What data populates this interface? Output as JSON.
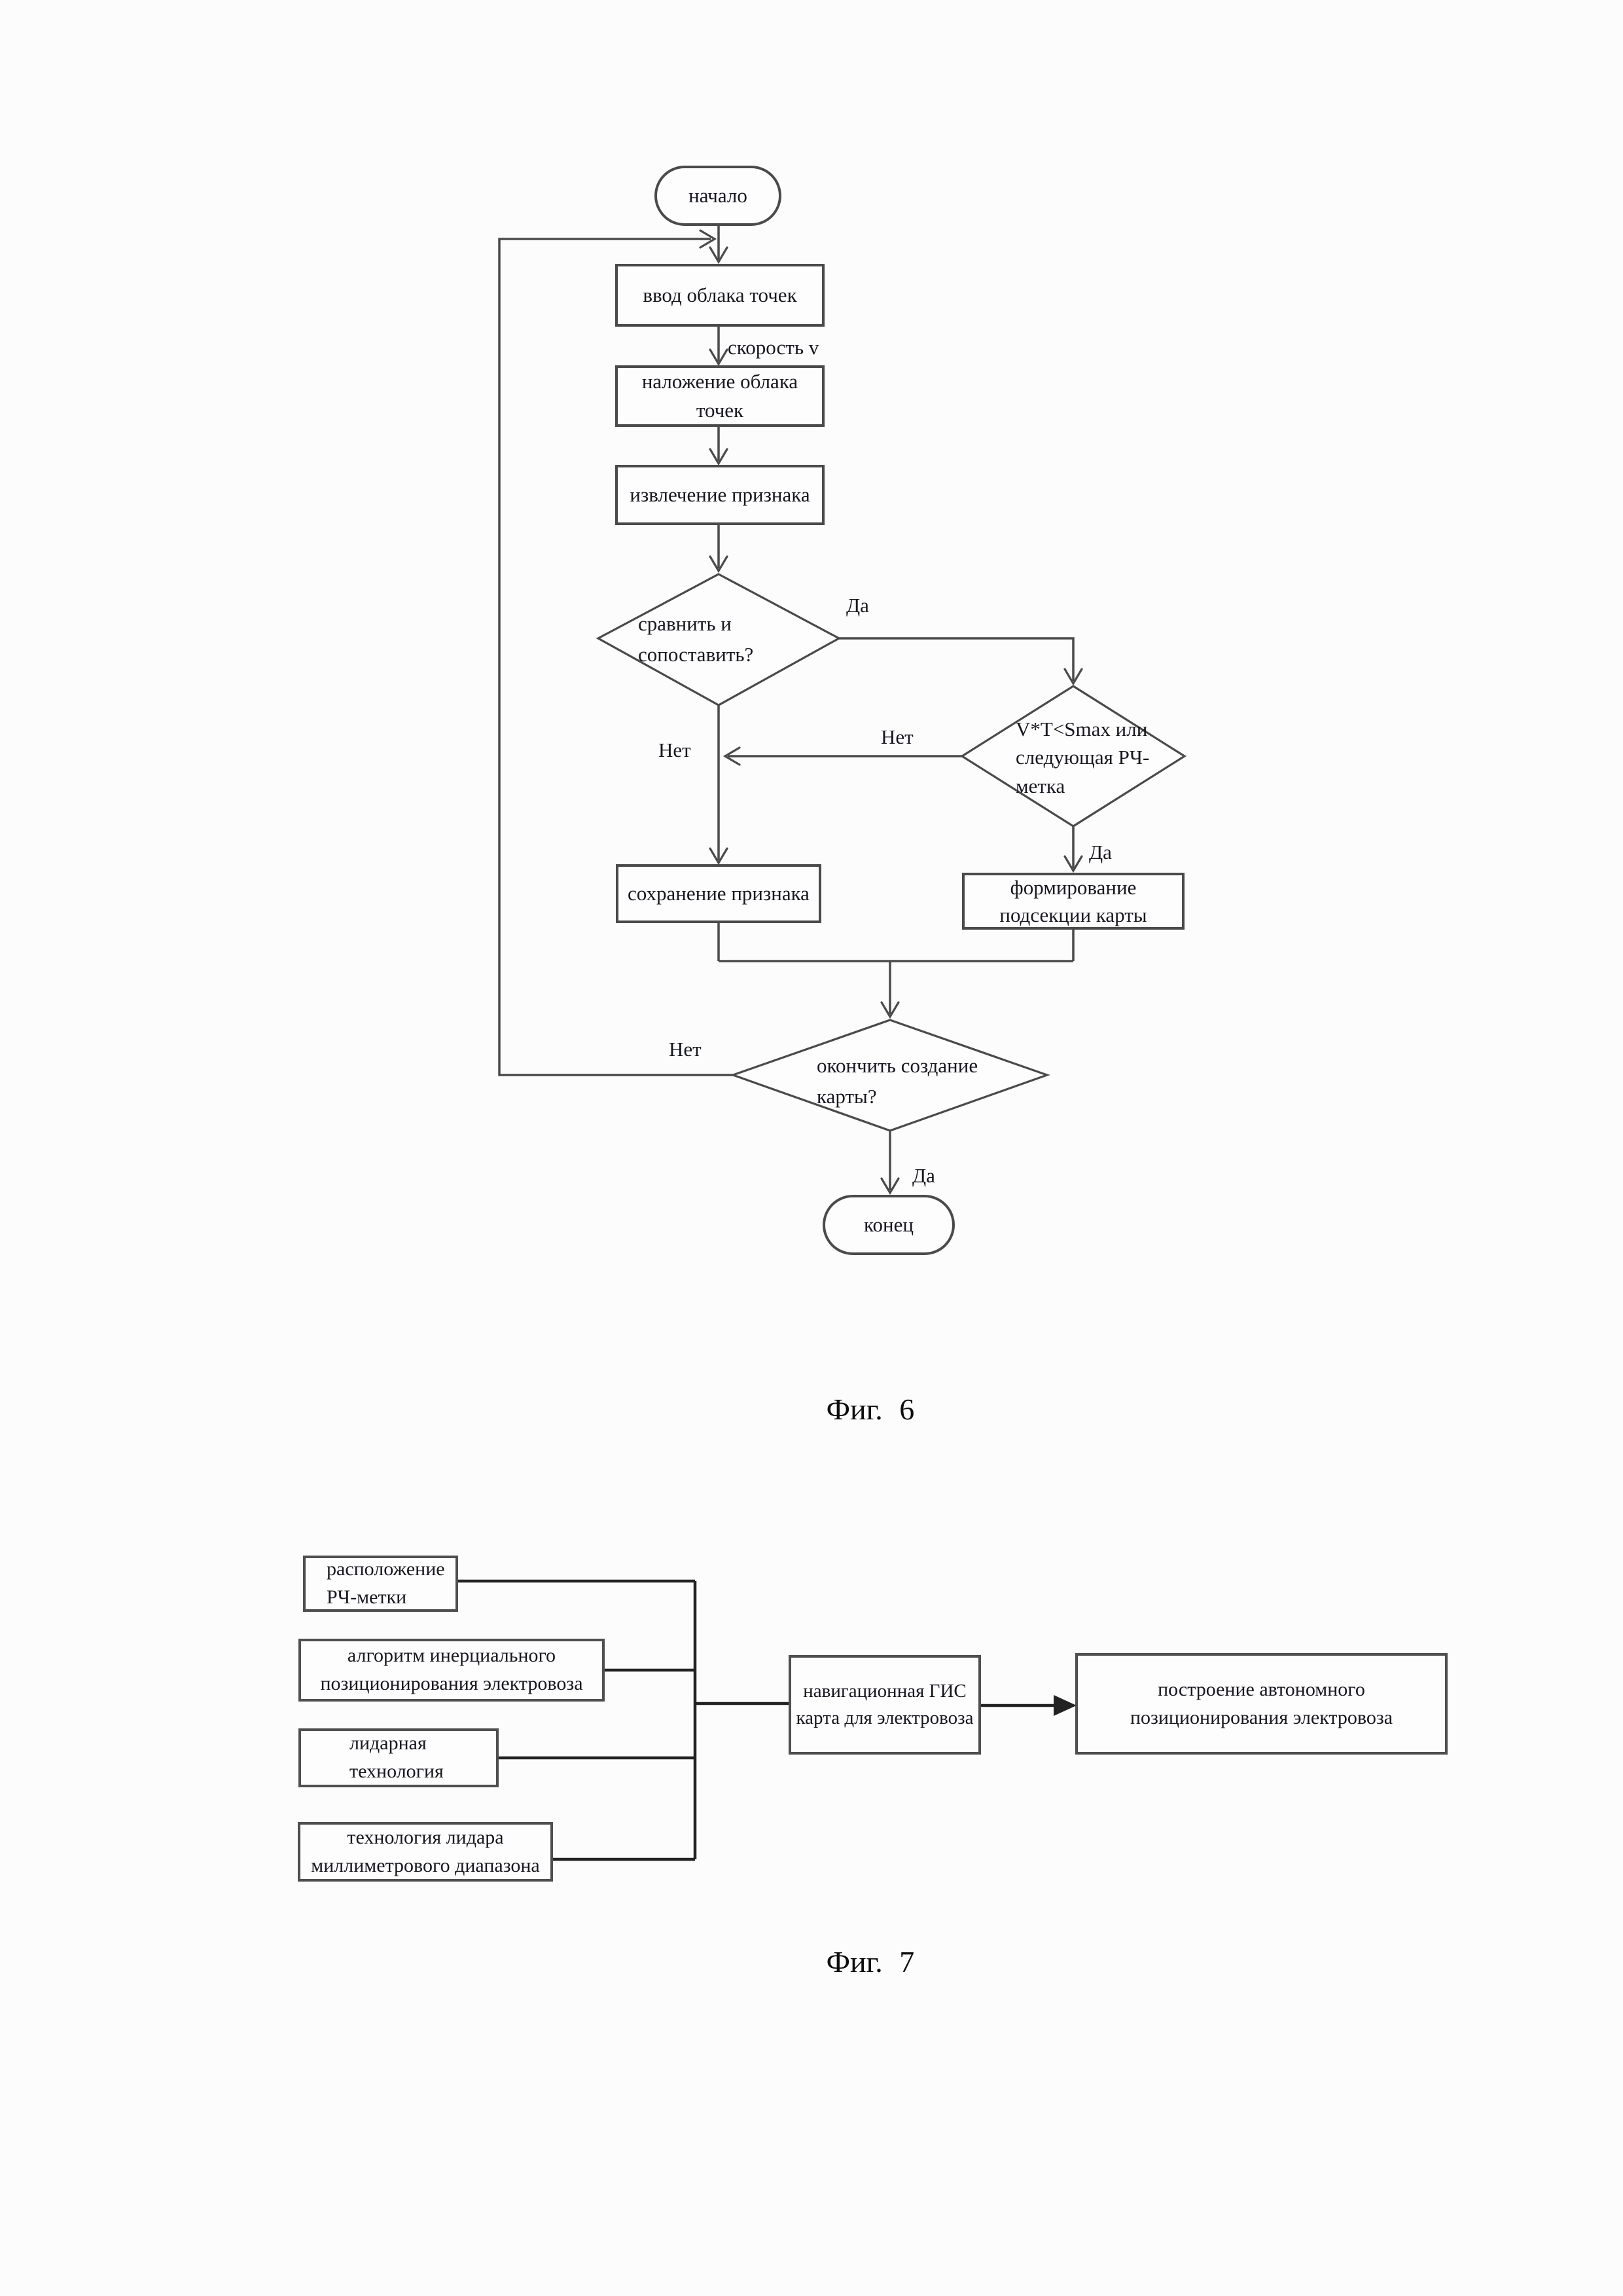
{
  "colors": {
    "paper": "#fcfcfc",
    "ink": "#17171f",
    "line": "#4a4a4a",
    "line7": "#222222",
    "box7": "#4f4f4f"
  },
  "figure6": {
    "caption": "Фиг. 6",
    "nodes": {
      "start": "начало",
      "input_cloud": "ввод облака точек",
      "overlay_cloud": "наложение облака точек",
      "extract_feature": "извлечение признака",
      "compare": "сравнить и\nсопоставить?",
      "rf_check": "V*T<Smax или\nследующая РЧ-\nметка",
      "save_feature": "сохранение признака",
      "form_subsection": "формирование\nподсекции карты",
      "finish_map": "окончить создание\nкарты?",
      "end": "конец"
    },
    "edge_labels": {
      "speed": "скорость v",
      "compare_yes": "Да",
      "compare_no": "Нет",
      "rf_no": "Нет",
      "rf_yes": "Да",
      "finish_no": "Нет",
      "finish_yes": "Да"
    }
  },
  "figure7": {
    "caption": "Фиг. 7",
    "nodes": {
      "rf_location": "расположение\nРЧ-метки",
      "inertial_algorithm": "алгоритм инерциального\nпозиционирования электровоза",
      "lidar_technology": "лидарная\nтехнология",
      "mm_lidar_technology": "технология лидара\nмиллиметрового диапазона",
      "gis_map": "навигационная ГИС\nкарта для электровоза",
      "autonomous_positioning": "построение автономного\nпозиционирования электровоза"
    }
  }
}
